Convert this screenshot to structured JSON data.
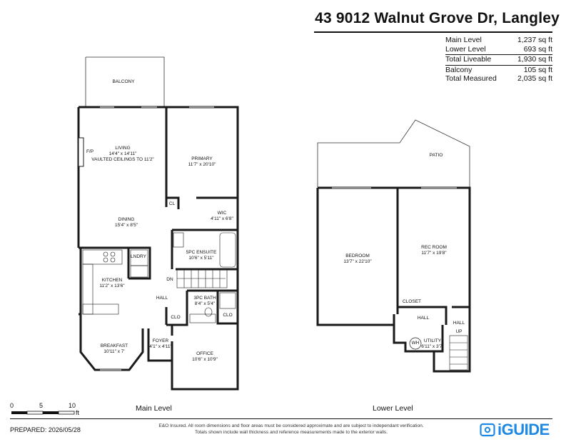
{
  "header": {
    "address": "43 9012 Walnut Grove Dr, Langley"
  },
  "areas": [
    {
      "label": "Main Level",
      "value": "1,237 sq ft"
    },
    {
      "label": "Lower Level",
      "value": "693 sq ft"
    },
    {
      "label": "Total Liveable",
      "value": "1,930 sq ft"
    },
    {
      "label": "Balcony",
      "value": "105 sq ft"
    },
    {
      "label": "Total Measured",
      "value": "2,035 sq ft"
    }
  ],
  "main_level": {
    "label": "Main Level",
    "rooms": {
      "balcony": {
        "name": "BALCONY"
      },
      "living": {
        "name": "LIVING",
        "dim": "14'4\" x 14'11\"",
        "note": "VAULTED CEILINGS TO 11'2\""
      },
      "fireplace": {
        "name": "F/P"
      },
      "primary": {
        "name": "PRIMARY",
        "dim": "11'7\" x 20'10\""
      },
      "cl": {
        "name": "CL"
      },
      "wic": {
        "name": "WIC",
        "dim": "4'11\" x 6'8\""
      },
      "dining": {
        "name": "DINING",
        "dim": "15'4\" x 8'5\""
      },
      "ensuite": {
        "name": "5PC ENSUITE",
        "dim": "10'6\" x 5'11\""
      },
      "laundry": {
        "name": "LNDRY"
      },
      "kitchen": {
        "name": "KITCHEN",
        "dim": "11'2\" x 13'6\""
      },
      "dn": {
        "name": "DN"
      },
      "hall": {
        "name": "HALL"
      },
      "bath": {
        "name": "3PC BATH",
        "dim": "8'4\" x 5'4\""
      },
      "clo1": {
        "name": "CLO"
      },
      "clo2": {
        "name": "CLO"
      },
      "breakfast": {
        "name": "BREAKFAST",
        "dim": "10'11\" x 7'"
      },
      "foyer": {
        "name": "FOYER",
        "dim": "4'1\" x 4'11\""
      },
      "office": {
        "name": "OFFICE",
        "dim": "10'6\" x 10'9\""
      }
    }
  },
  "lower_level": {
    "label": "Lower Level",
    "rooms": {
      "patio": {
        "name": "PATIO"
      },
      "bedroom": {
        "name": "BEDROOM",
        "dim": "13'7\" x 22'10\""
      },
      "recroom": {
        "name": "REC ROOM",
        "dim": "11'7\" x 19'8\""
      },
      "closet": {
        "name": "CLOSET"
      },
      "hall1": {
        "name": "HALL"
      },
      "hall2": {
        "name": "HALL"
      },
      "up": {
        "name": "UP"
      },
      "utility": {
        "name": "UTILITY",
        "dim": "6'11\" x 3'7\""
      },
      "wh": {
        "name": "WH"
      }
    }
  },
  "scale": {
    "ticks": [
      "0",
      "5",
      "10"
    ],
    "unit": "ft"
  },
  "footer": {
    "prepared": "PREPARED: 2026/05/28",
    "disclaimer_1": "E&O Insured. All room dimensions and floor areas must be considered approximate and are subject to independant verification.",
    "disclaimer_2": "Totals shown include wall thickness and reference measurements made to the exterior walls.",
    "brand": "iGUIDE"
  },
  "colors": {
    "wall": "#1a1a1a",
    "brand": "#1e88e5"
  }
}
